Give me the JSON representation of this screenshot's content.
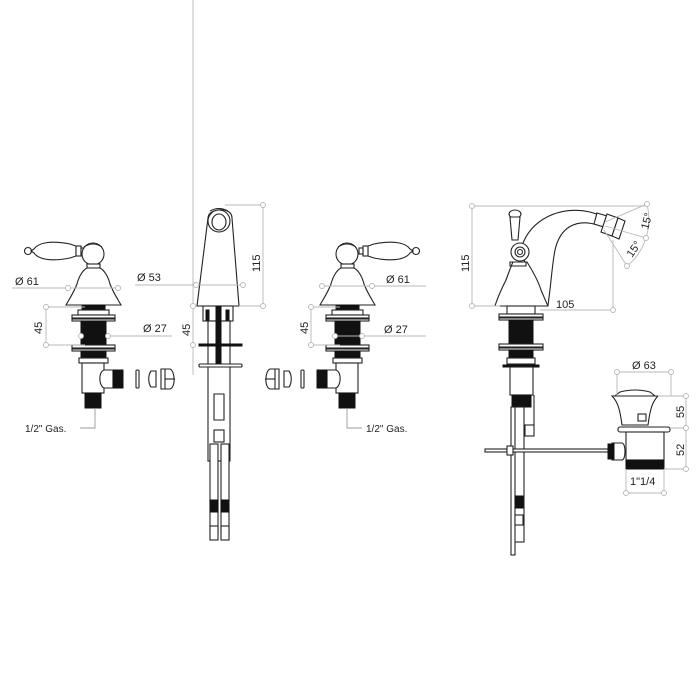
{
  "drawing": {
    "title": "Bidet tap set technical drawing",
    "views": [
      {
        "id": "left-valve",
        "labels": {
          "body_diameter": "Ø 61",
          "height": "45",
          "shank_diameter": "Ø 27",
          "connection": "1/2\" Gas."
        }
      },
      {
        "id": "center-spout",
        "labels": {
          "spout_diameter": "Ø 53",
          "spout_height": "115",
          "mount_height": "45"
        }
      },
      {
        "id": "right-valve",
        "labels": {
          "body_diameter": "Ø  61",
          "height": "45",
          "shank_diameter": "Ø  27",
          "connection": "1/2\" Gas."
        }
      },
      {
        "id": "bidet-mixer-side",
        "labels": {
          "height": "115",
          "reach": "105",
          "angle_up": "15°",
          "angle_down": "15°"
        }
      },
      {
        "id": "waste",
        "labels": {
          "diameter": "Ø 63",
          "height_top": "55",
          "height_bottom": "52",
          "thread": "1\"1/4"
        }
      }
    ]
  },
  "colors": {
    "line": "#222222",
    "dimension": "#b8b8b8",
    "fill_dark": "#111111",
    "background": "#ffffff"
  }
}
